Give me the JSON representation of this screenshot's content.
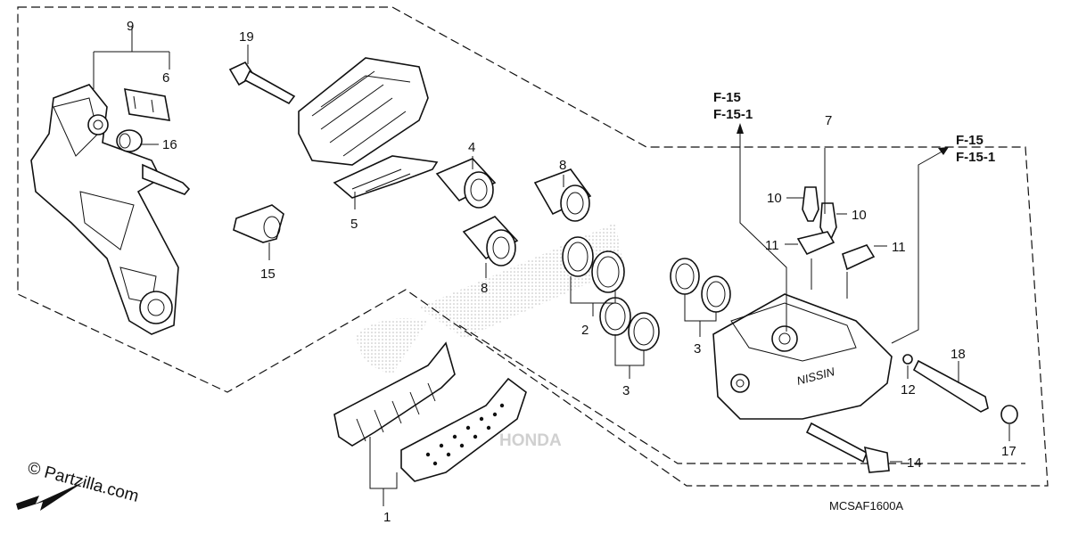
{
  "diagram": {
    "code": "MCSAF1600A",
    "brand_watermark": "HONDA",
    "caliper_logo": "NISSIN",
    "watermark": "© Partzilla.com",
    "labels": {
      "p1": "1",
      "p2": "2",
      "p3a": "3",
      "p3b": "3",
      "p4": "4",
      "p5": "5",
      "p6": "6",
      "p7": "7",
      "p8a": "8",
      "p8b": "8",
      "p9": "9",
      "p10a": "10",
      "p10b": "10",
      "p11a": "11",
      "p11b": "11",
      "p12": "12",
      "p14": "14",
      "p15": "15",
      "p16": "16",
      "p17": "17",
      "p18": "18",
      "p19": "19"
    },
    "refs": {
      "left_a": "F-15",
      "left_b": "F-15-1",
      "right_a": "F-15",
      "right_b": "F-15-1"
    }
  }
}
